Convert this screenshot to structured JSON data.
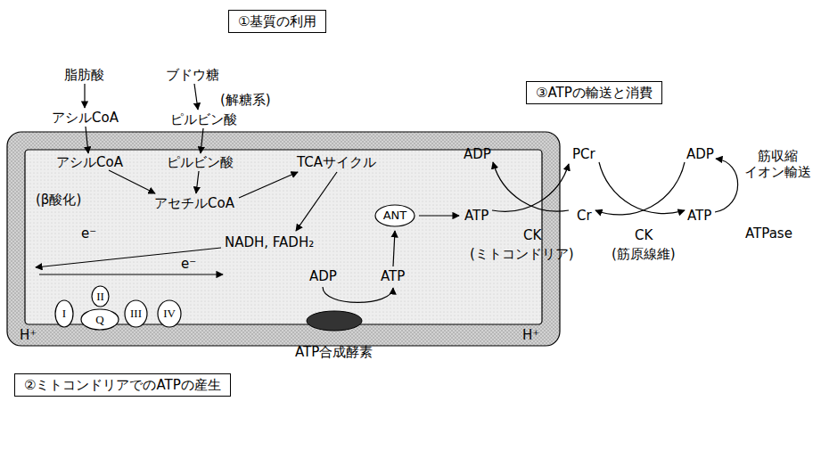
{
  "diagram": {
    "nodes": [
      {
        "text": [
          "①基質の利用"
        ]
      },
      {
        "text": [
          "③ATPの輸送と消費"
        ]
      },
      {
        "text": [
          "ANT"
        ]
      },
      {
        "text": [
          "II"
        ]
      },
      {
        "text": [
          "I"
        ]
      },
      {
        "text": [
          "Q"
        ]
      },
      {
        "text": [
          "III"
        ]
      },
      {
        "text": [
          "IV"
        ]
      },
      {
        "text": [
          "ATP合成酵素"
        ]
      },
      {
        "text": [
          "②ミトコンドリアでのATPの産生"
        ]
      }
    ],
    "labels": [
      "脂肪酸",
      "ブドウ糖",
      "(解糖系)",
      "アシルCoA",
      "ピルビン酸",
      "アシルCoA",
      "ピルビン酸",
      "TCAサイクル",
      "(β酸化)",
      "アセチルCoA",
      "e⁻",
      "NADH, FADH₂",
      "e⁻",
      "ADP",
      "ATP",
      "H⁺",
      "H⁺",
      "ADP",
      "PCr",
      "ADP",
      "筋収縮 イオン輸送",
      "ATP",
      "Cr",
      "ATP",
      "CK",
      "CK",
      "ATPase",
      "(ミトコンドリア)",
      "(筋原線維)"
    ]
  }
}
